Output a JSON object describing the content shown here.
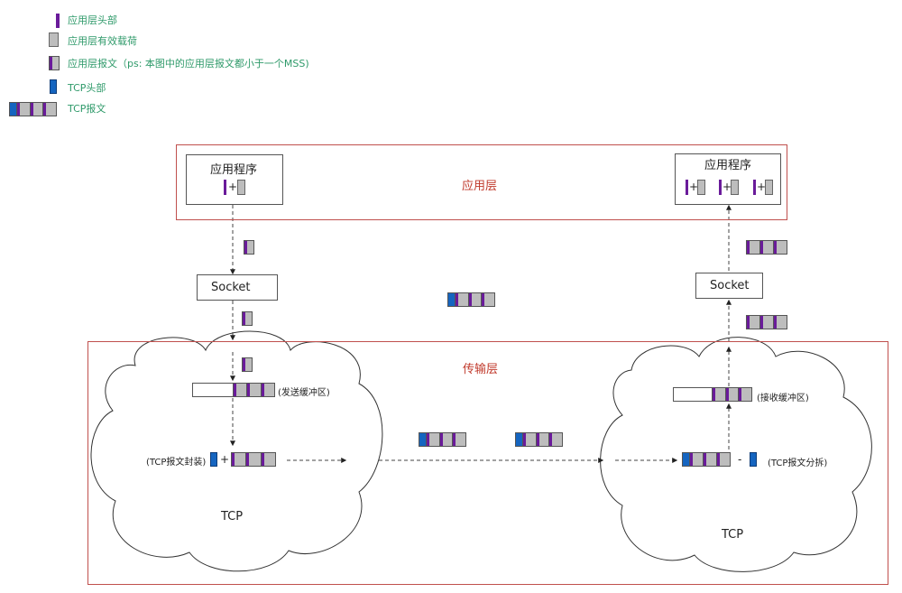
{
  "legend": {
    "app_header": "应用层头部",
    "app_payload": "应用层有效载荷",
    "app_message": "应用层报文（ps: 本图中的应用层报文都小于一个MSS)",
    "tcp_header": "TCP头部",
    "tcp_segment": "TCP报文"
  },
  "layers": {
    "application": "应用层",
    "transport": "传输层"
  },
  "sender": {
    "app_title": "应用程序",
    "socket": "Socket",
    "send_buffer": "(发送缓冲区)",
    "encapsulate": "(TCP报文封装)",
    "tcp": "TCP"
  },
  "receiver": {
    "app_title": "应用程序",
    "socket": "Socket",
    "recv_buffer": "(接收缓冲区)",
    "split": "(TCP报文分拆)",
    "tcp": "TCP"
  },
  "symbols": {
    "plus": "+",
    "minus": "-"
  },
  "colors": {
    "app_header": "#6a1b9a",
    "payload": "#bdbdbd",
    "tcp_header": "#1565c0",
    "layer_border": "#c0504d",
    "legend_text": "#2f9a6a"
  }
}
